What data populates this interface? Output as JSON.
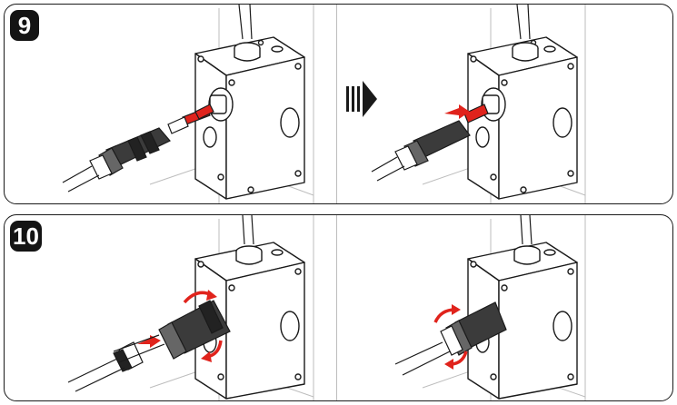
{
  "steps": [
    {
      "number": "9"
    },
    {
      "number": "10"
    }
  ],
  "colors": {
    "highlight_red": "#e0231c",
    "outline": "#1a1a1a",
    "wall": "#bdbdbd"
  },
  "icons": [
    "wall-mounted-enclosure",
    "cable-gland",
    "connector-plug",
    "push-arrow-icon",
    "rotate-arrow-icon",
    "sequence-arrow-icon"
  ]
}
